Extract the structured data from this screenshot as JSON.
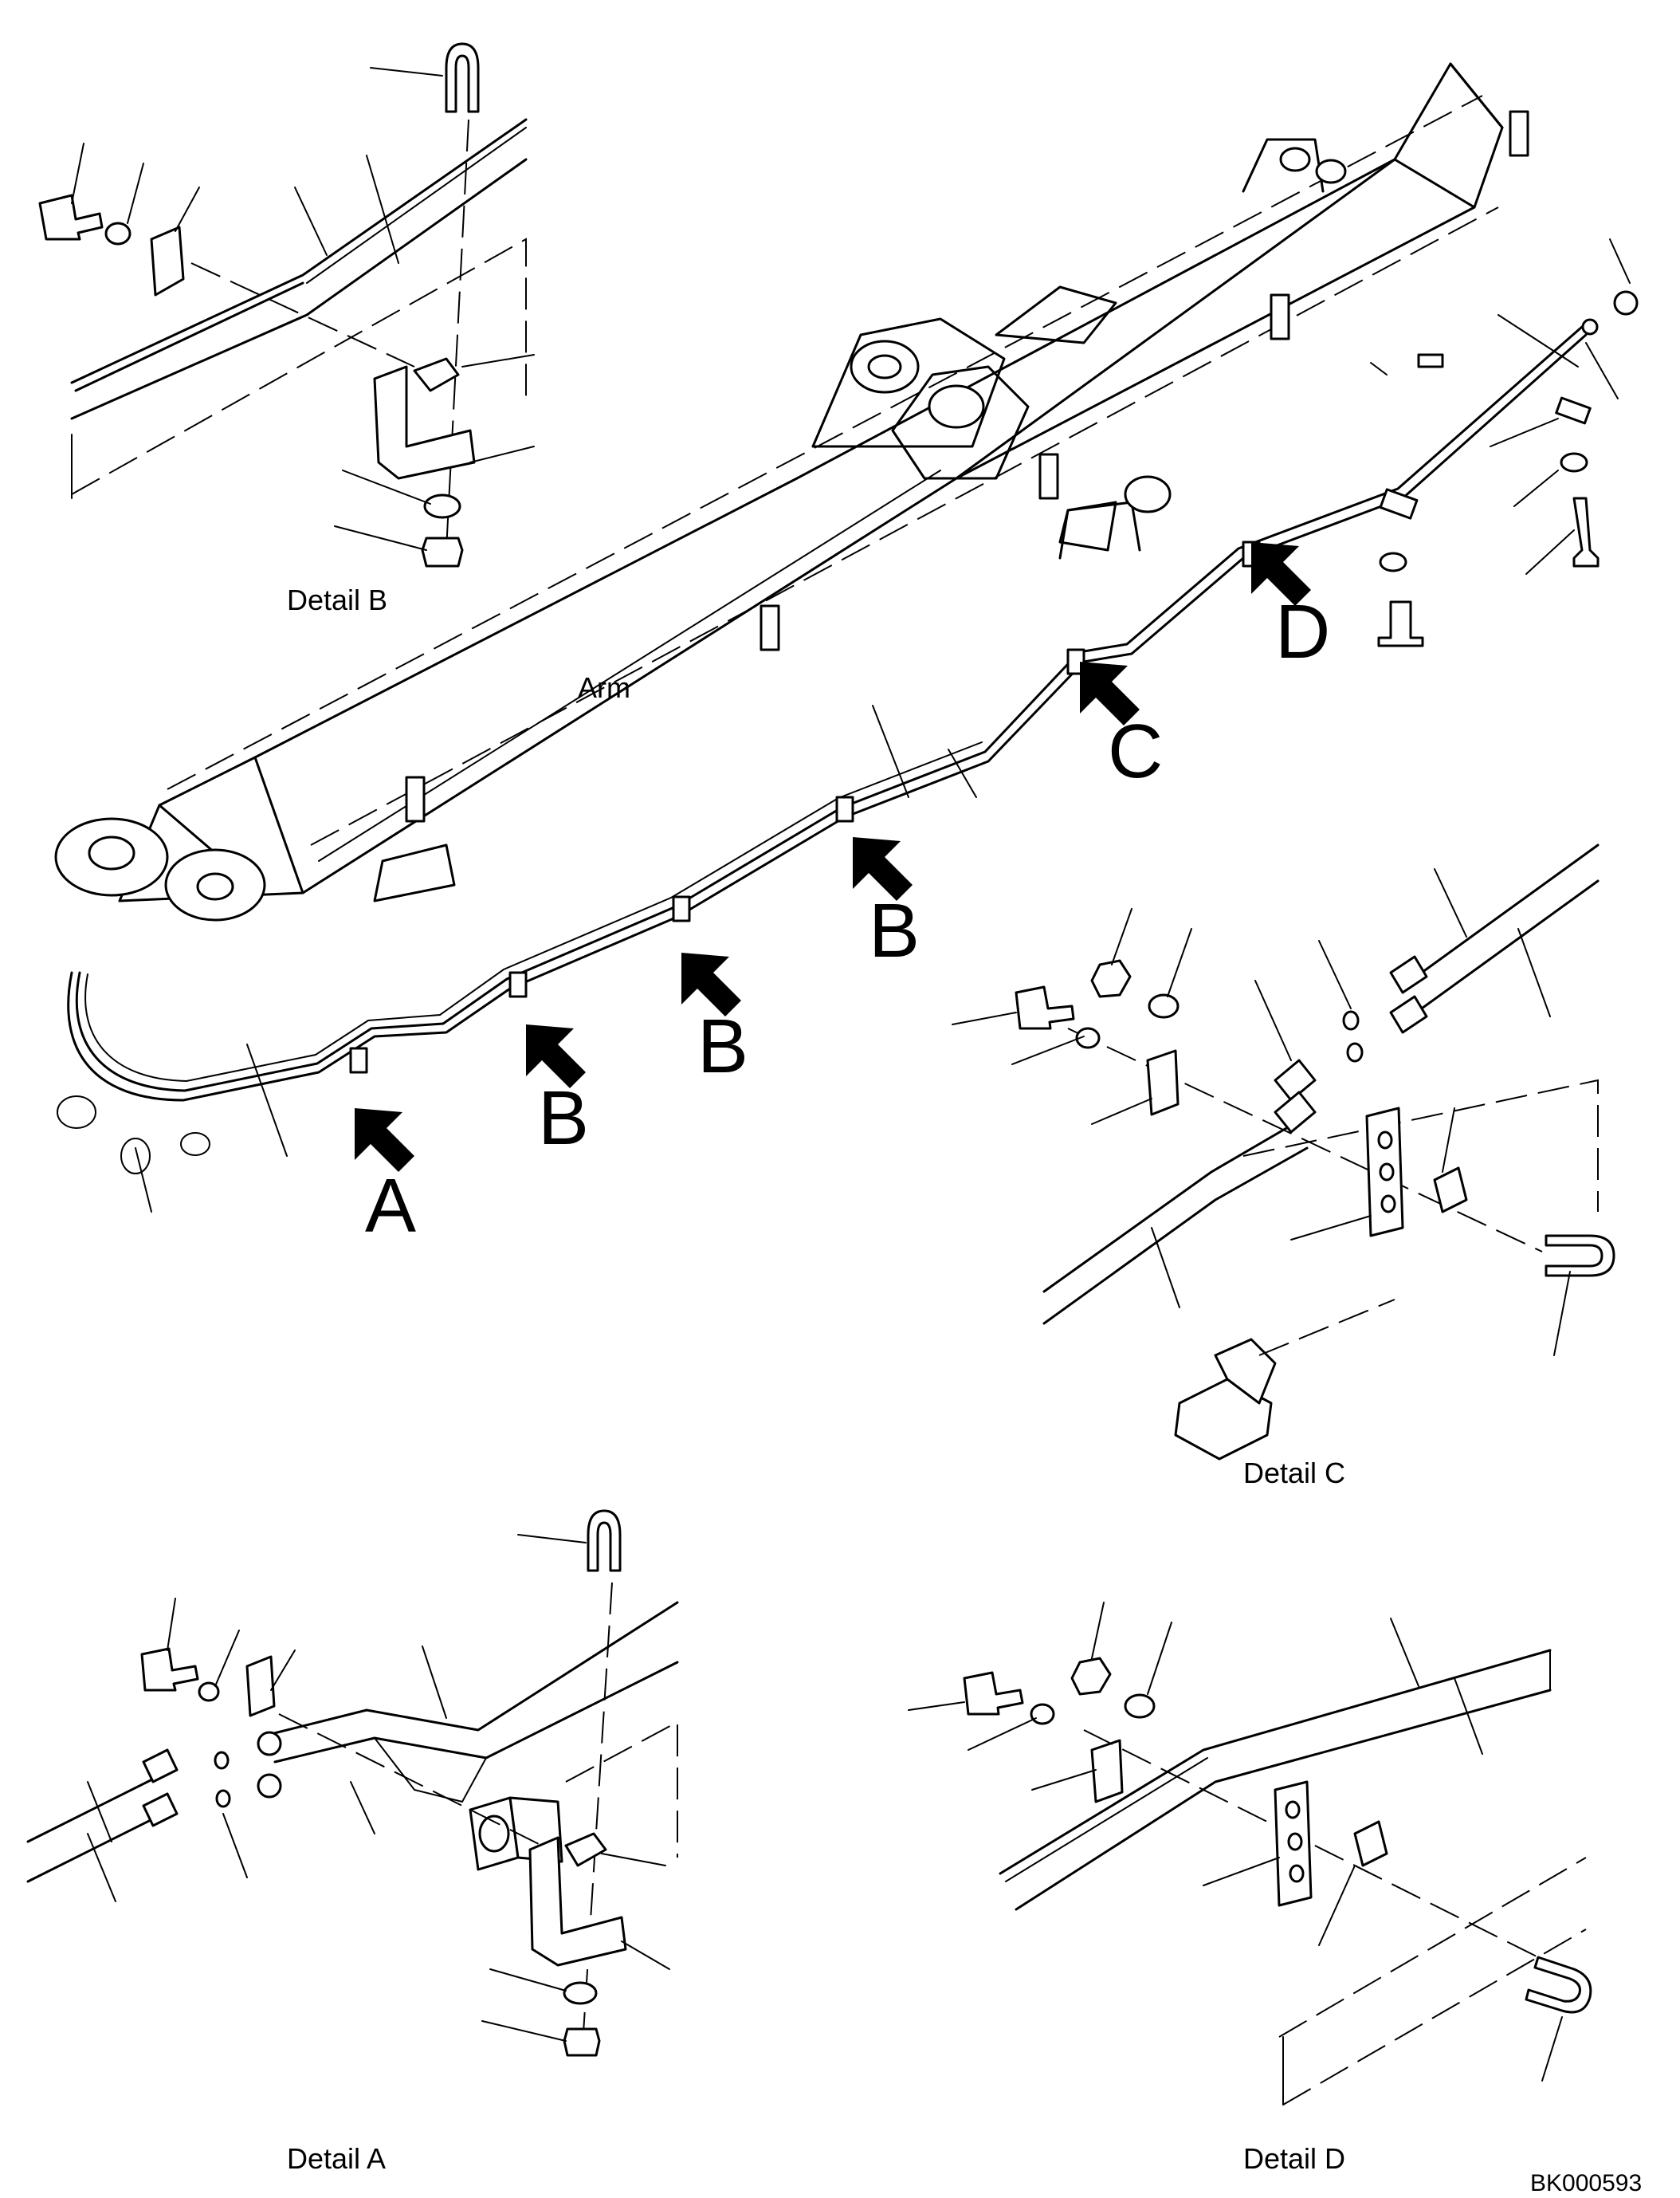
{
  "labels": {
    "arm": "Arm",
    "detail_a": "Detail A",
    "detail_b": "Detail B",
    "detail_c": "Detail C",
    "detail_d": "Detail D",
    "drawing_code": "BK000593"
  },
  "callouts": {
    "a": "A",
    "b1": "B",
    "b2": "B",
    "b3": "B",
    "c": "C",
    "d": "D"
  },
  "icons": {
    "arrow": "arrow-icon",
    "bolt": "bolt-icon",
    "washer": "washer-icon",
    "nut": "nut-icon",
    "u_bolt": "u-bolt-icon",
    "clamp": "clamp-icon",
    "bracket": "bracket-icon",
    "o_ring": "o-ring-icon"
  },
  "colors": {
    "ink": "#000000",
    "paper": "#ffffff"
  }
}
